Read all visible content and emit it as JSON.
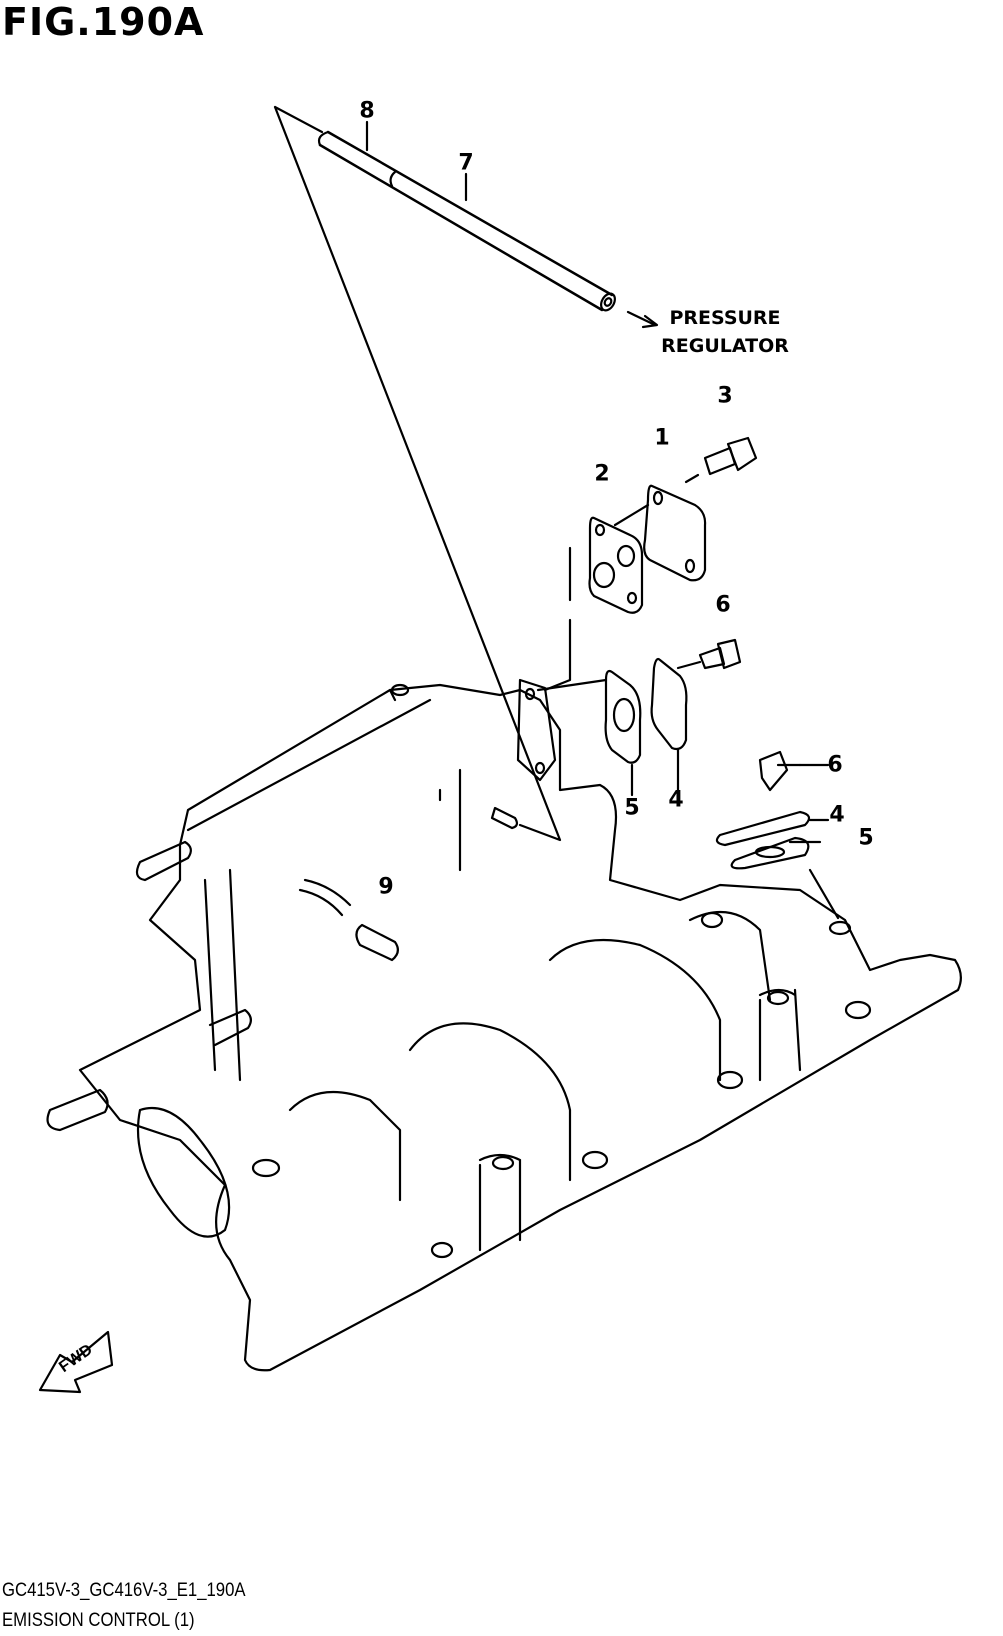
{
  "figure": {
    "title": "FIG.190A"
  },
  "notes": {
    "pressure_regulator_line1": "PRESSURE",
    "pressure_regulator_line2": "REGULATOR"
  },
  "callouts": [
    "8",
    "7",
    "3",
    "1",
    "2",
    "6",
    "6",
    "4",
    "5",
    "5",
    "4",
    "9"
  ],
  "fwd_label": "FWD",
  "footer": {
    "code": "GC415V-3_GC416V-3_E1_190A",
    "name": "EMISSION CONTROL (1)"
  }
}
